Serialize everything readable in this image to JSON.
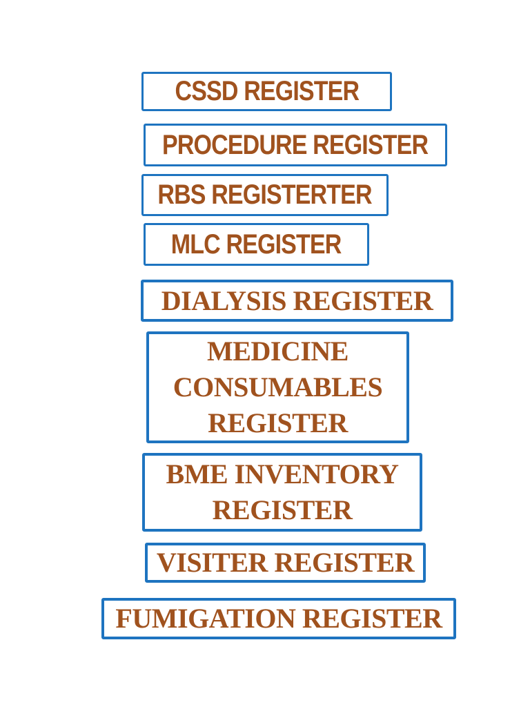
{
  "document": {
    "background": "#ffffff",
    "accent_border": "#1e74c0",
    "text_color": "#a0521e",
    "registers": [
      {
        "label": "CSSD REGISTER"
      },
      {
        "label": "PROCEDURE REGISTER"
      },
      {
        "label": "RBS REGISTERTER"
      },
      {
        "label": "MLC REGISTER"
      },
      {
        "label": "DIALYSIS REGISTER"
      },
      {
        "label": "MEDICINE CONSUMABLES REGISTER"
      },
      {
        "label": "BME INVENTORY REGISTER"
      },
      {
        "label": "VISITER REGISTER"
      },
      {
        "label": "FUMIGATION REGISTER"
      }
    ]
  }
}
